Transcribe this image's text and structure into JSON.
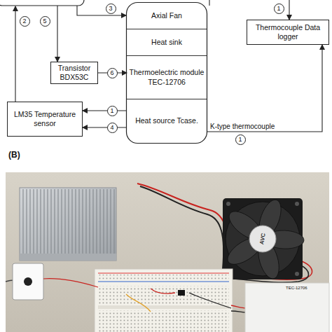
{
  "diagram": {
    "nodes": [
      {
        "text": [
          "Axial Fan"
        ]
      },
      {
        "text": [
          "Heat sink"
        ]
      },
      {
        "text": [
          "Transistor BDX53C"
        ]
      },
      {
        "text": [
          "Thermoelectric module TEC-12706"
        ]
      },
      {
        "text": [
          "LM35 Temperature sensor"
        ]
      },
      {
        "text": [
          "Heat source Tcase."
        ]
      },
      {
        "text": [
          "Thermocouple Data logger"
        ]
      }
    ],
    "edges": [
      {
        "from": 2,
        "to": 3,
        "arrow": "to"
      },
      {
        "from": 5,
        "to": 4,
        "arrow": "to"
      },
      {
        "from": 5,
        "to": 4,
        "arrow": "to"
      },
      {
        "from": 5,
        "to": 6,
        "arrow": "to",
        "label": "K-type thermocouple"
      }
    ],
    "labels": [
      "2",
      "5",
      "3",
      "1",
      "6",
      "1",
      "4",
      "1",
      "(B)",
      "AVC",
      "TEC-12706"
    ]
  }
}
